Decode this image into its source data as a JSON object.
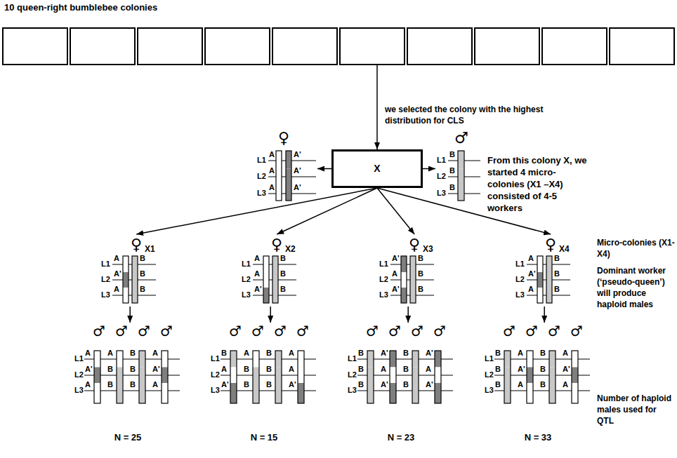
{
  "diagram": {
    "nodes": [
      {
        "text": [
          "10 queen-right bumblebee colonies"
        ]
      },
      {
        "text": [
          "X"
        ]
      },
      {
        "text": [
          "♀",
          "L1",
          "A",
          "A'",
          "L2",
          "A",
          "A'",
          "L3",
          "A",
          "A'"
        ]
      },
      {
        "text": [
          "♂",
          "L1",
          "B",
          "L2",
          "B",
          "L3",
          "B"
        ]
      },
      {
        "text": [
          "♀",
          "X1",
          "L1",
          "A",
          "B",
          "L2",
          "A'",
          "B",
          "L3",
          "A",
          "B"
        ]
      },
      {
        "text": [
          "♀",
          "X2",
          "L1",
          "A",
          "B",
          "L2",
          "A",
          "B",
          "L3",
          "A'",
          "B"
        ]
      },
      {
        "text": [
          "♀",
          "X3",
          "L1",
          "A'",
          "B",
          "L2",
          "A",
          "B",
          "L3",
          "A'",
          "B"
        ]
      },
      {
        "text": [
          "♀",
          "X4",
          "L1",
          "A",
          "B",
          "L2",
          "A'",
          "B",
          "L3",
          "A",
          "B"
        ]
      },
      {
        "text": [
          "♂",
          "♂",
          "♂",
          "♂",
          "L1",
          "A",
          "A",
          "B",
          "A",
          "L2",
          "A'",
          "B",
          "B",
          "A'",
          "L3",
          "A",
          "B",
          "B",
          "A",
          "N = 25"
        ]
      },
      {
        "text": [
          "♂",
          "♂",
          "♂",
          "♂",
          "L1",
          "B",
          "A",
          "B",
          "A",
          "L2",
          "A",
          "B",
          "B",
          "A",
          "L3",
          "A'",
          "B",
          "B",
          "A'",
          "N = 15"
        ]
      },
      {
        "text": [
          "♂",
          "♂",
          "♂",
          "♂",
          "L1",
          "B",
          "A'",
          "B",
          "A'",
          "L2",
          "B",
          "A",
          "B",
          "A",
          "L3",
          "B",
          "A'",
          "B",
          "A'",
          "N = 23"
        ]
      },
      {
        "text": [
          "♂",
          "♂",
          "♂",
          "♂",
          "L1",
          "B",
          "A",
          "B",
          "A",
          "L2",
          "B",
          "A'",
          "B",
          "A'",
          "L3",
          "B",
          "A",
          "B",
          "A",
          "N = 33"
        ]
      }
    ],
    "edges": [
      {
        "from": 0,
        "to": 1,
        "arrow": "to",
        "label": "we selected the colony with the highest distribution for CLS"
      },
      {
        "from": 1,
        "to": 2,
        "arrow": "to"
      },
      {
        "from": 1,
        "to": 3,
        "arrow": "to"
      },
      {
        "from": 1,
        "to": 4,
        "arrow": "to"
      },
      {
        "from": 1,
        "to": 5,
        "arrow": "to"
      },
      {
        "from": 1,
        "to": 6,
        "arrow": "to"
      },
      {
        "from": 1,
        "to": 7,
        "arrow": "to"
      },
      {
        "from": 4,
        "to": 8,
        "arrow": "to"
      },
      {
        "from": 5,
        "to": 9,
        "arrow": "to"
      },
      {
        "from": 6,
        "to": 10,
        "arrow": "to"
      },
      {
        "from": 7,
        "to": 11,
        "arrow": "to"
      }
    ],
    "labels": [
      "From this colony X, we started 4 micro- colonies (X1 –X4) consisted of 4-5 workers",
      "Micro-colonies (X1-X4)",
      "Dominant worker (‘pseudo-queen’) will produce haploid males",
      "Number of haploid males used for QTL"
    ]
  }
}
